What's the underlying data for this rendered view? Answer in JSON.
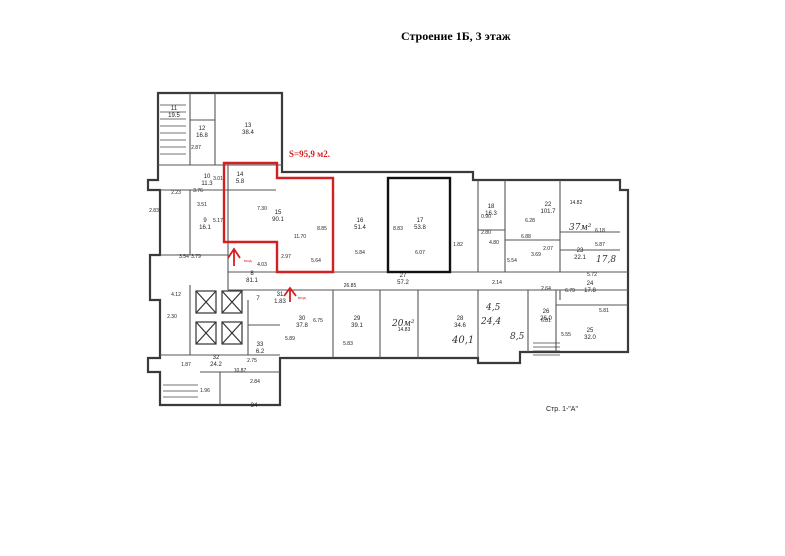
{
  "title": "Строение 1Б, 3 этаж",
  "area_label": "S=95,9 м2.",
  "footer_label": "Стр. 1-\"А\"",
  "colors": {
    "highlight": "#d42020",
    "walls": "#3a3a3a",
    "background": "#ffffff"
  },
  "rooms": [
    {
      "no": "11",
      "area": "19.5"
    },
    {
      "no": "12",
      "area": "16.8"
    },
    {
      "no": "13",
      "area": "38.4"
    },
    {
      "no": "14",
      "area": "5.8"
    },
    {
      "no": "15",
      "area": "90.1"
    },
    {
      "no": "16",
      "area": "51.4"
    },
    {
      "no": "17",
      "area": "53.8"
    },
    {
      "no": "18",
      "area": "16.3"
    },
    {
      "no": "22",
      "area": "101.7"
    },
    {
      "no": "23",
      "area": "22.1"
    },
    {
      "no": "24",
      "area": "17.8"
    },
    {
      "no": "25",
      "area": "32.0"
    },
    {
      "no": "26",
      "area": "26.0"
    },
    {
      "no": "27",
      "area": "57.2"
    },
    {
      "no": "28",
      "area": "34.6"
    },
    {
      "no": "29",
      "area": "39.1"
    },
    {
      "no": "30",
      "area": "37.8"
    },
    {
      "no": "31",
      "area": "1.83"
    },
    {
      "no": "32",
      "area": "24.2"
    },
    {
      "no": "33",
      "area": "6.2"
    },
    {
      "no": "9",
      "area": "16.1"
    },
    {
      "no": "8",
      "area": "81.1"
    },
    {
      "no": "7",
      "area": ""
    },
    {
      "no": "10",
      "area": "11.3"
    },
    {
      "no": "34",
      "area": ""
    }
  ],
  "dimensions": [
    "2.87",
    "3.76",
    "3.51",
    "2.23",
    "2.83",
    "3.79",
    "5.17",
    "3.01",
    "7.30",
    "11.70",
    "5.64",
    "8.85",
    "5.84",
    "8.83",
    "6.07",
    "0.90",
    "2.80",
    "4.80",
    "6.88",
    "6.28",
    "5.54",
    "14.82",
    "6.18",
    "5.87",
    "2.07",
    "5.72",
    "2.64",
    "26.85",
    "6.75",
    "14.83",
    "5.89",
    "5.83",
    "4.12",
    "2.30",
    "10.87",
    "1.87",
    "2.75",
    "1.96",
    "2.84",
    "4.03",
    "2.97",
    "3.54",
    "2.14",
    "6.81",
    "5.81",
    "5.55",
    "1.82",
    "3.69",
    "6.79"
  ],
  "handwritten": [
    "37м²",
    "20м²",
    "4,5",
    "24,4",
    "40,1",
    "8,5",
    "17,8"
  ],
  "arrows": [
    "вход",
    "вход"
  ]
}
